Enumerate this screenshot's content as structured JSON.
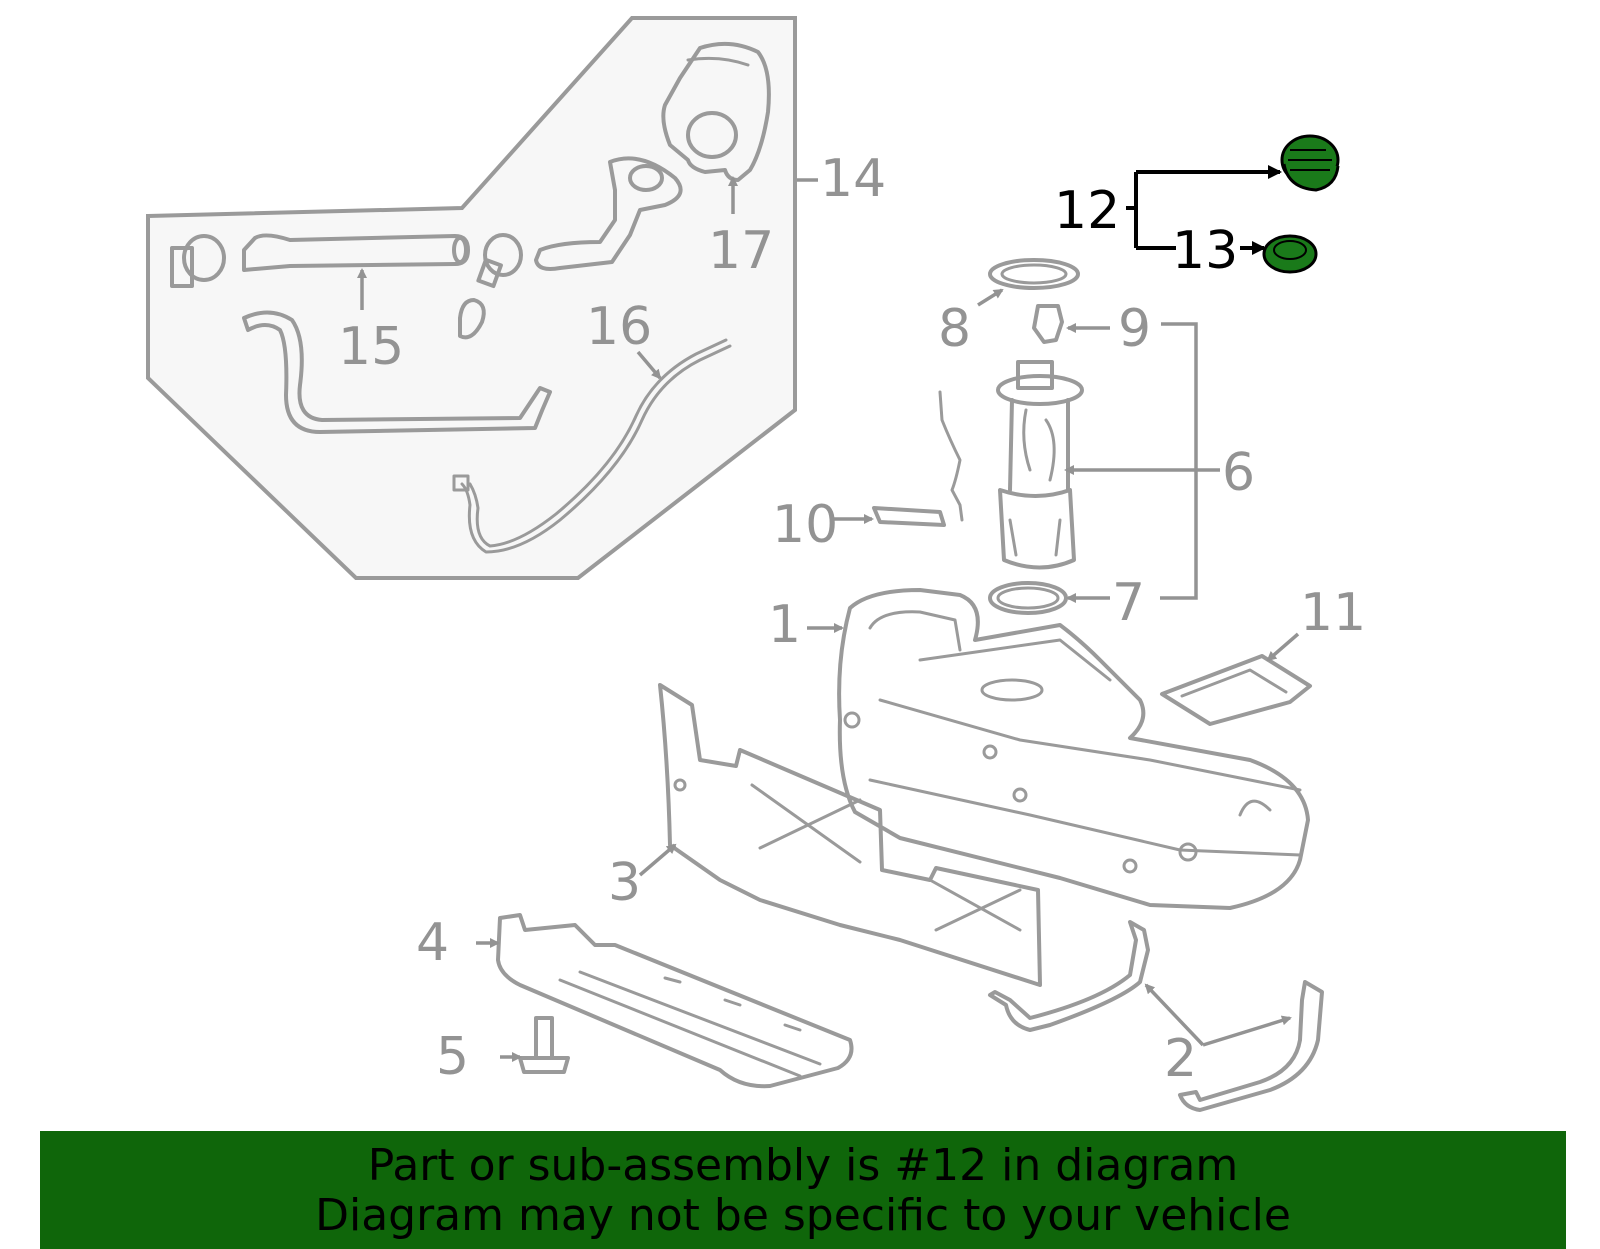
{
  "callouts": {
    "c1": "1",
    "c2": "2",
    "c3": "3",
    "c4": "4",
    "c5": "5",
    "c6": "6",
    "c7": "7",
    "c8": "8",
    "c9": "9",
    "c10": "10",
    "c11": "11",
    "c12": "12",
    "c13": "13",
    "c14": "14",
    "c15": "15",
    "c16": "16",
    "c17": "17"
  },
  "highlight": {
    "part_number": "12",
    "color": "#1a7a1a"
  },
  "colors": {
    "line": "#9a9a9a",
    "footer_bg": "#0f660a",
    "inset_bg": "#f7f7f7"
  },
  "footer": {
    "line1": "Part or sub-assembly is #12 in diagram",
    "line2": "Diagram may not be specific to your vehicle"
  }
}
